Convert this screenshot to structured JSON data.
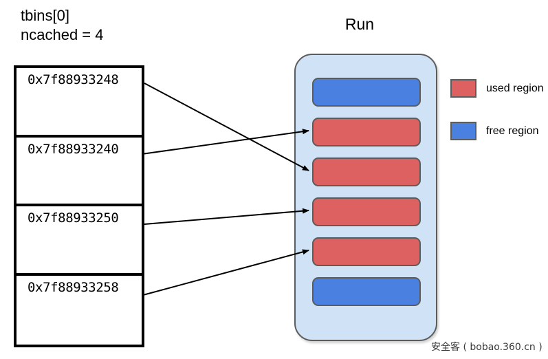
{
  "header": {
    "line1": "tbins[0]",
    "line2": "ncached = 4"
  },
  "tbins": {
    "label": "tbins[0]",
    "cells": [
      {
        "address": "0x7f88933248"
      },
      {
        "address": "0x7f88933240"
      },
      {
        "address": "0x7f88933250"
      },
      {
        "address": "0x7f88933258"
      }
    ]
  },
  "run": {
    "title": "Run",
    "background_color": "#d0e2f5",
    "border_color": "#5c5c5c",
    "blocks": [
      {
        "state": "free",
        "color": "#4a81e0"
      },
      {
        "state": "used",
        "color": "#dd6161"
      },
      {
        "state": "used",
        "color": "#dd6161"
      },
      {
        "state": "used",
        "color": "#dd6161"
      },
      {
        "state": "used",
        "color": "#dd6161"
      },
      {
        "state": "free",
        "color": "#4a81e0"
      }
    ]
  },
  "pointers": [
    {
      "from_cell": 0,
      "to_block": 2
    },
    {
      "from_cell": 1,
      "to_block": 1
    },
    {
      "from_cell": 2,
      "to_block": 3
    },
    {
      "from_cell": 3,
      "to_block": 4
    }
  ],
  "legend": {
    "items": [
      {
        "label": "used region",
        "color": "#dd6161"
      },
      {
        "label": "free region",
        "color": "#4a81e0"
      }
    ]
  },
  "watermark": {
    "text": "安全客 ( bobao.360.cn )"
  },
  "colors": {
    "used": "#dd6161",
    "free": "#4a81e0",
    "run_bg": "#d0e2f5",
    "outline": "#5c5c5c",
    "table_border": "#000000"
  }
}
